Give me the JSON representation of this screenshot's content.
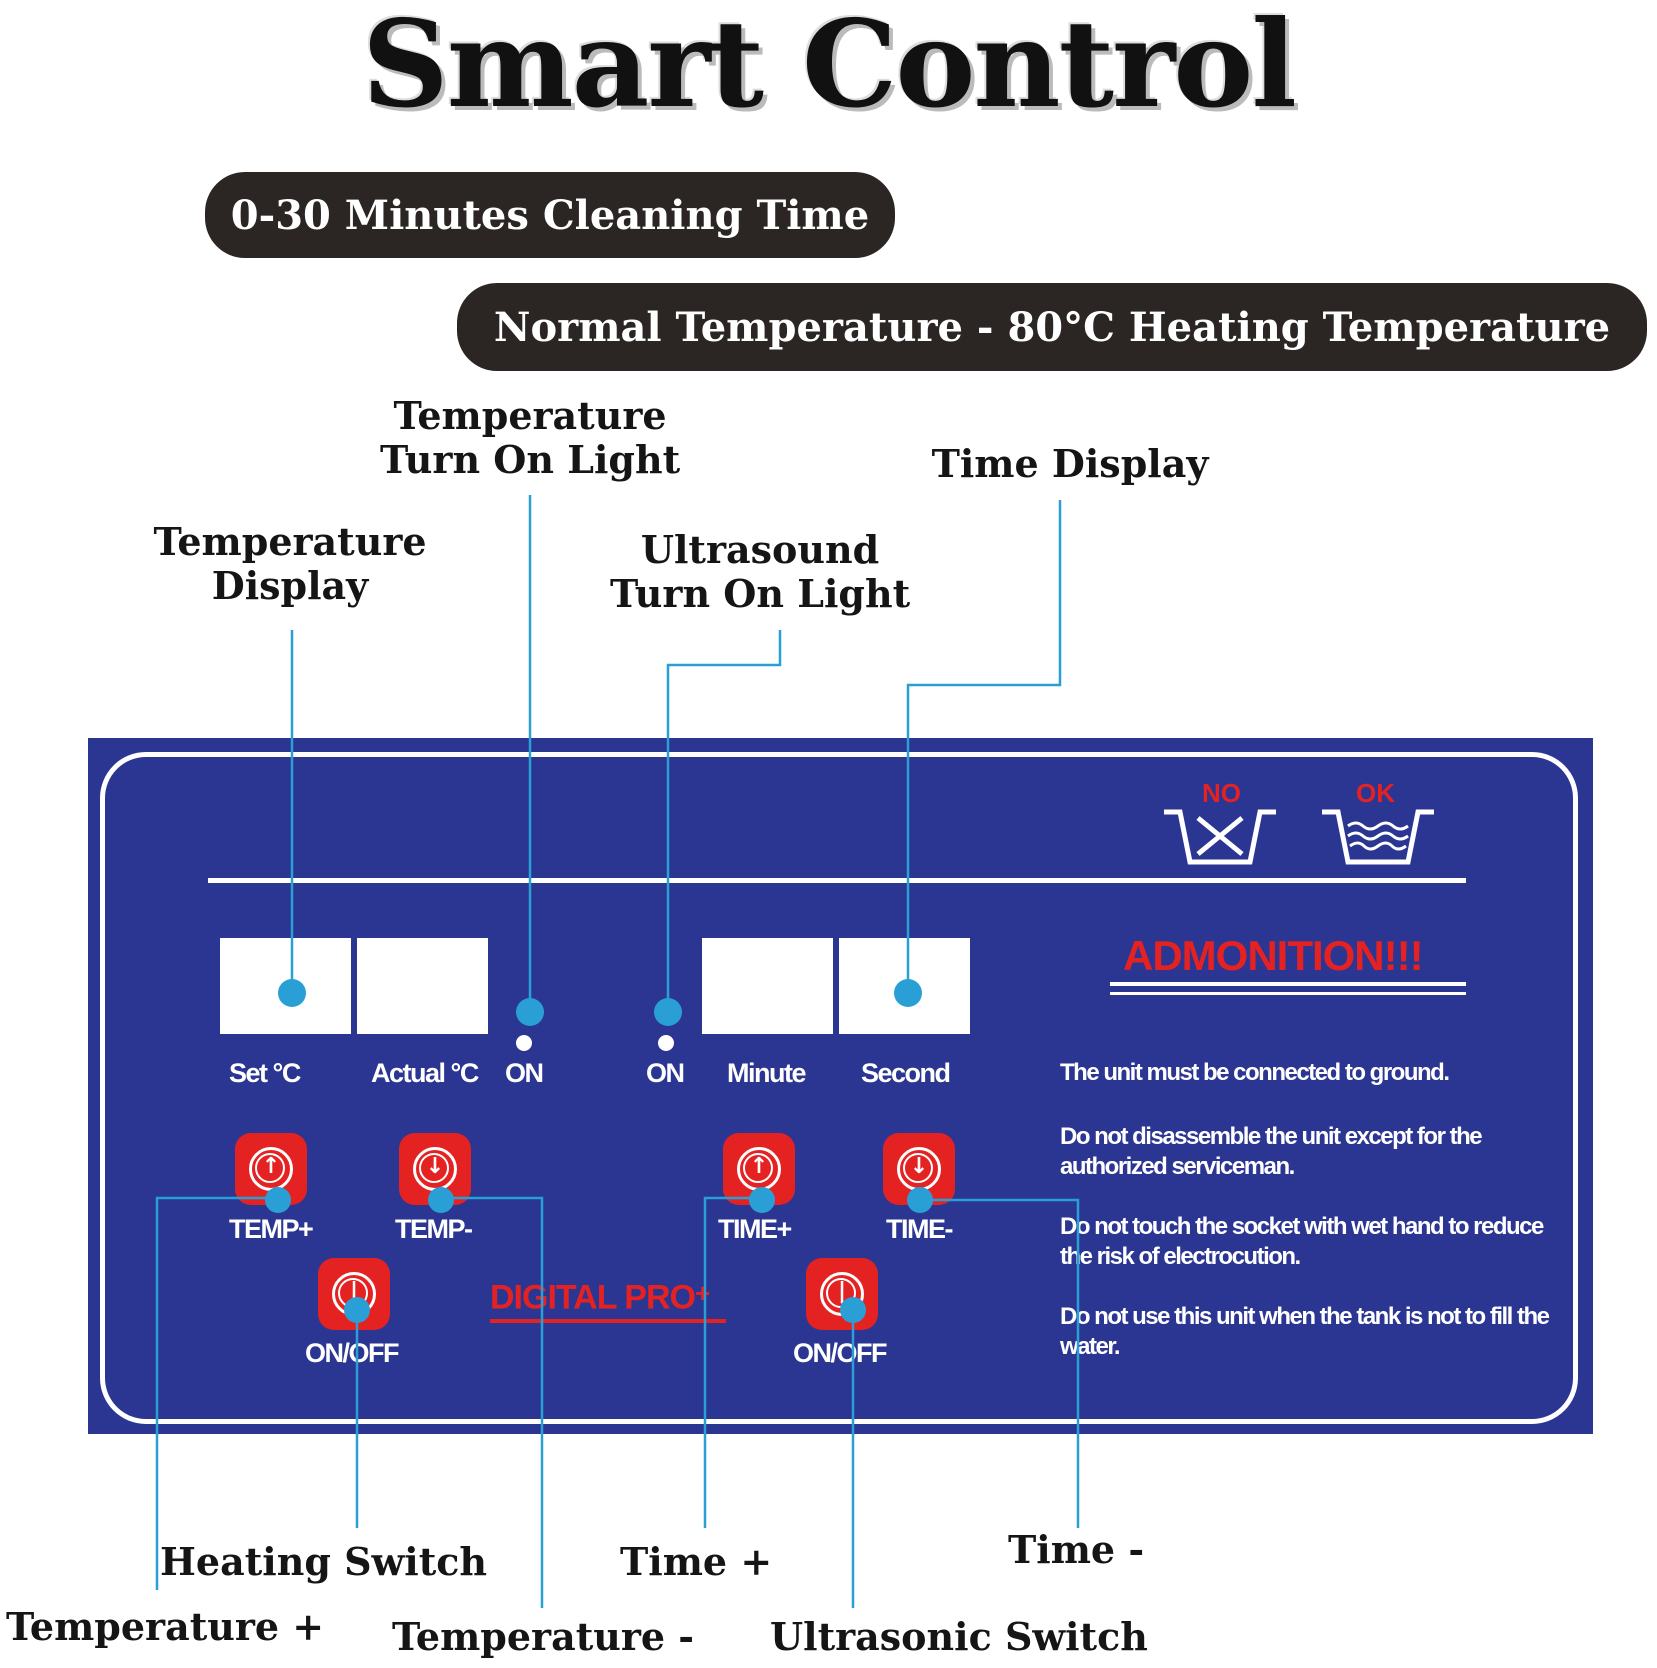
{
  "title": "Smart Control",
  "banners": {
    "cleaning_time": "0-30 Minutes Cleaning Time",
    "temperature": "Normal Temperature - 80°C Heating Temperature"
  },
  "callouts": {
    "temp_light_l1": "Temperature",
    "temp_light_l2": "Turn On Light",
    "temp_display_l1": "Temperature",
    "temp_display_l2": "Display",
    "ultra_light_l1": "Ultrasound",
    "ultra_light_l2": "Turn On Light",
    "time_display": "Time Display",
    "heating_switch": "Heating Switch",
    "temperature_plus": "Temperature +",
    "temperature_minus": "Temperature -",
    "time_plus": "Time +",
    "time_minus": "Time -",
    "ultrasonic_switch": "Ultrasonic Switch"
  },
  "panel": {
    "color": "#2b3592",
    "accent": "#e52222",
    "labels": {
      "set": "Set  °C",
      "actual": "Actual °C",
      "on_left": "ON",
      "on_right": "ON",
      "minute": "Minute",
      "second": "Second"
    },
    "buttons": {
      "temp_plus": "TEMP+",
      "temp_minus": "TEMP-",
      "time_plus": "TIME+",
      "time_minus": "TIME-",
      "heat_onoff": "ON/OFF",
      "ultra_onoff": "ON/OFF"
    },
    "brand": "DIGITAL PRO",
    "brand_sup": "+",
    "icons": {
      "no": "NO",
      "ok": "OK"
    },
    "admonition": {
      "title": "ADMONITION!!!",
      "lines": [
        "The unit must be connected to ground.",
        "Do not disassemble the unit except  for the authorized serviceman.",
        "Do not touch the socket with wet hand to reduce the risk of electrocution.",
        "Do not use this unit when the tank is not to fill the water."
      ]
    }
  },
  "leader_color": "#2a9fd6"
}
